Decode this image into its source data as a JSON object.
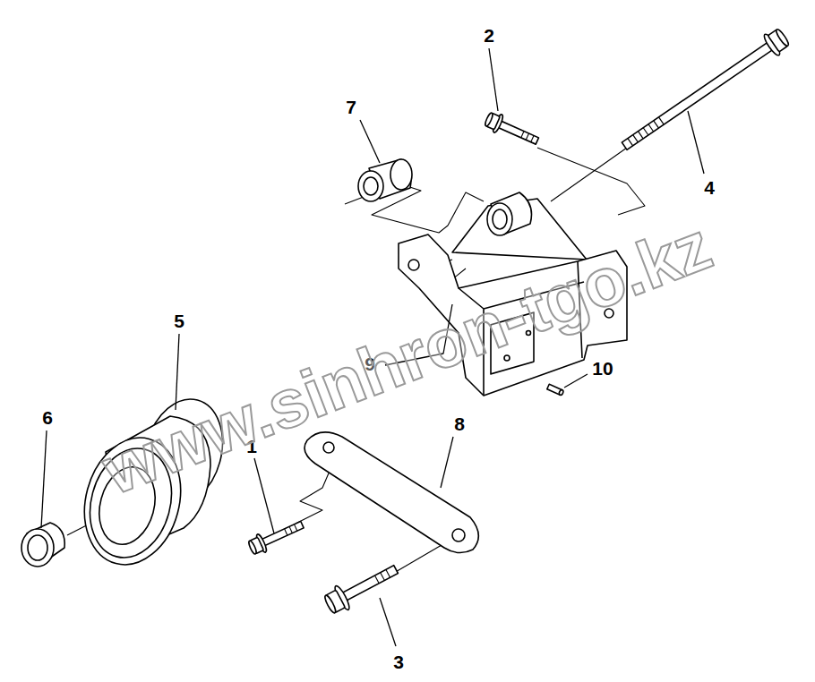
{
  "diagram": {
    "labels": [
      "2",
      "7",
      "4",
      "5",
      "9",
      "10",
      "6",
      "8",
      "1",
      "3",
      "www.sinhron-tgo.kz"
    ]
  }
}
